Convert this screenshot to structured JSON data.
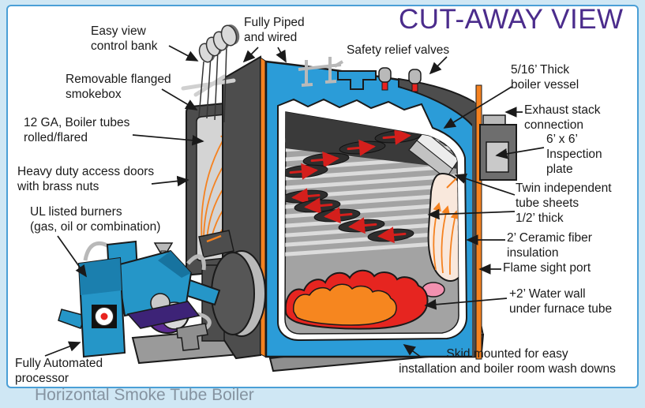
{
  "title": "CUT-AWAY VIEW",
  "caption": "Horizontal Smoke Tube Boiler",
  "labels": {
    "easy_view_control_bank": "Easy view\ncontrol bank",
    "fully_piped": "Fully Piped\nand wired",
    "safety_relief_valves": "Safety relief valves",
    "boiler_vessel": "5/16’ Thick\nboiler vessel",
    "exhaust_stack": "Exhaust stack\nconnection",
    "inspection_plate": "6’ x 6’\nInspection\nplate",
    "twin_tube_sheets": "Twin independent\ntube sheets\n1/2’ thick",
    "ceramic_insulation": "2’ Ceramic fiber\ninsulation",
    "flame_sight_port": "Flame sight port",
    "water_wall": "+2’ Water wall\nunder furnace tube",
    "removable_smokebox": "Removable flanged\nsmokebox",
    "boiler_tubes": "12 GA, Boiler tubes\nrolled/flared",
    "access_doors": "Heavy duty access doors\nwith brass nuts",
    "ul_burners": "UL listed burners\n(gas, oil or combination)",
    "fully_automated": "Fully Automated\nprocessor",
    "skid_mounted": "Skid mounted for easy\ninstallation and boiler room wash downs"
  },
  "colors": {
    "background": "#cfe7f4",
    "panel_border": "#4a9fd6",
    "title_purple": "#4b2c8c",
    "caption_gray": "#8593a0",
    "vessel_blue": "#2b9cd8",
    "edge_orange": "#f58220",
    "flame_red": "#e62520",
    "flame_orange": "#f6861f",
    "steel_dark": "#4d4d4d",
    "steel_mid": "#a3a3a3",
    "steel_light": "#d4d4d4",
    "insulation_cream": "#f9e8dc",
    "water_wall_pink": "#f291b0",
    "burner_blue": "#2596c8",
    "blower_purple": "#5b2a91",
    "tube_red_arrow": "#d41f1c"
  }
}
